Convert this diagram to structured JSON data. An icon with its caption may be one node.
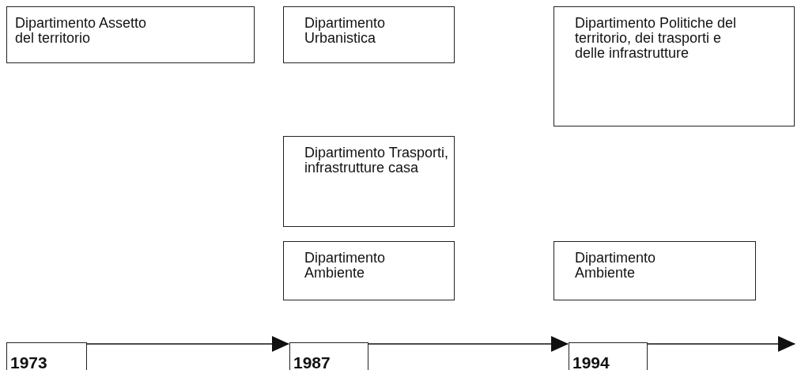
{
  "diagram": {
    "nodes": [
      {
        "text": [
          "Dipartimento Assetto del territorio"
        ]
      },
      {
        "text": [
          "Dipartimento Urbanistica"
        ]
      },
      {
        "text": [
          "Dipartimento Politiche del territorio, dei trasporti e delle infrastrutture"
        ]
      },
      {
        "text": [
          "Dipartimento Trasporti, infrastrutture casa"
        ]
      },
      {
        "text": [
          "Dipartimento Ambiente"
        ]
      },
      {
        "text": [
          "Dipartimento Ambiente"
        ]
      },
      {
        "text": [
          "1973"
        ]
      },
      {
        "text": [
          "1987"
        ]
      },
      {
        "text": [
          "1994"
        ]
      }
    ],
    "edges": [
      {
        "from": 6,
        "to": 7,
        "arrow": "to"
      },
      {
        "from": 7,
        "to": 8,
        "arrow": "to"
      },
      {
        "from": 8,
        "to": null,
        "arrow": "to"
      }
    ]
  }
}
